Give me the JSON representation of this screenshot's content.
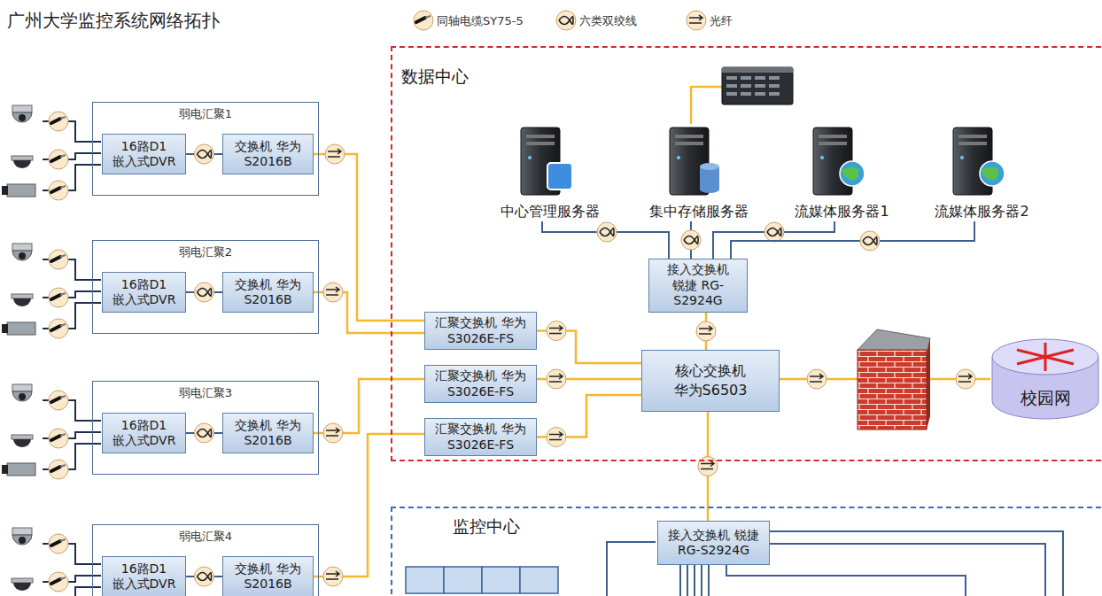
{
  "diagram": {
    "title": "广州大学监控系统网络拓扑",
    "nodes": [
      {
        "text": [
          "数据中心"
        ]
      },
      {
        "text": [
          "弱电汇聚1"
        ]
      },
      {
        "text": [
          "16路D1 嵌入式DVR"
        ],
        "in": 1
      },
      {
        "text": [
          "交换机 华为 S2016B"
        ],
        "in": 1
      },
      {
        "text": [
          "弱电汇聚2"
        ]
      },
      {
        "text": [
          "16路D1 嵌入式DVR"
        ],
        "in": 4
      },
      {
        "text": [
          "交换机 华为 S2016B"
        ],
        "in": 4
      },
      {
        "text": [
          "弱电汇聚3"
        ]
      },
      {
        "text": [
          "16路D1 嵌入式DVR"
        ],
        "in": 7
      },
      {
        "text": [
          "交换机 华为 S2016B"
        ],
        "in": 7
      },
      {
        "text": [
          "弱电汇聚4"
        ]
      },
      {
        "text": [
          "16路D1 嵌入式DVR"
        ],
        "in": 10
      },
      {
        "text": [
          "交换机 华为 S2016B"
        ],
        "in": 10
      },
      {
        "text": [
          "中心管理服务器"
        ],
        "in": 0
      },
      {
        "text": [
          "集中存储服务器"
        ],
        "in": 0
      },
      {
        "text": [
          "流媒体服务器1"
        ],
        "in": 0
      },
      {
        "text": [
          "流媒体服务器2"
        ],
        "in": 0
      },
      {
        "text": [
          "接入交换机 锐捷 RG-S2924G"
        ],
        "in": 0
      },
      {
        "text": [
          "汇聚交换机 华为 S3026E-FS"
        ],
        "in": 0
      },
      {
        "text": [
          "汇聚交换机 华为 S3026E-FS"
        ],
        "in": 0
      },
      {
        "text": [
          "汇聚交换机 华为 S3026E-FS"
        ],
        "in": 0
      },
      {
        "text": [
          "核心交换机 华为S6503"
        ],
        "in": 0
      },
      {
        "text": [
          "校园网"
        ]
      },
      {
        "text": [
          "监控中心"
        ]
      },
      {
        "text": [
          "接入交换机 锐捷 RG-S2924G"
        ],
        "in": 23
      }
    ],
    "edges": [
      {
        "from": 2,
        "to": 3,
        "arrow": "none"
      },
      {
        "from": 5,
        "to": 6,
        "arrow": "none"
      },
      {
        "from": 8,
        "to": 9,
        "arrow": "none"
      },
      {
        "from": 11,
        "to": 12,
        "arrow": "none"
      },
      {
        "from": 3,
        "to": 18,
        "arrow": "none"
      },
      {
        "from": 6,
        "to": 18,
        "arrow": "none"
      },
      {
        "from": 9,
        "to": 19,
        "arrow": "none"
      },
      {
        "from": 12,
        "to": 20,
        "arrow": "none"
      },
      {
        "from": 18,
        "to": 21,
        "arrow": "none"
      },
      {
        "from": 19,
        "to": 21,
        "arrow": "none"
      },
      {
        "from": 20,
        "to": 21,
        "arrow": "none"
      },
      {
        "from": 13,
        "to": 17,
        "arrow": "none"
      },
      {
        "from": 14,
        "to": 17,
        "arrow": "none"
      },
      {
        "from": 15,
        "to": 17,
        "arrow": "none"
      },
      {
        "from": 16,
        "to": 17,
        "arrow": "none"
      },
      {
        "from": 17,
        "to": 21,
        "arrow": "none"
      },
      {
        "from": 21,
        "to": 22,
        "arrow": "none"
      },
      {
        "from": 24,
        "to": 21,
        "arrow": "none"
      }
    ],
    "legend": [
      {
        "text": "同轴电缆SY75-5"
      },
      {
        "text": "六类双绞线"
      },
      {
        "text": "光纤"
      }
    ]
  }
}
